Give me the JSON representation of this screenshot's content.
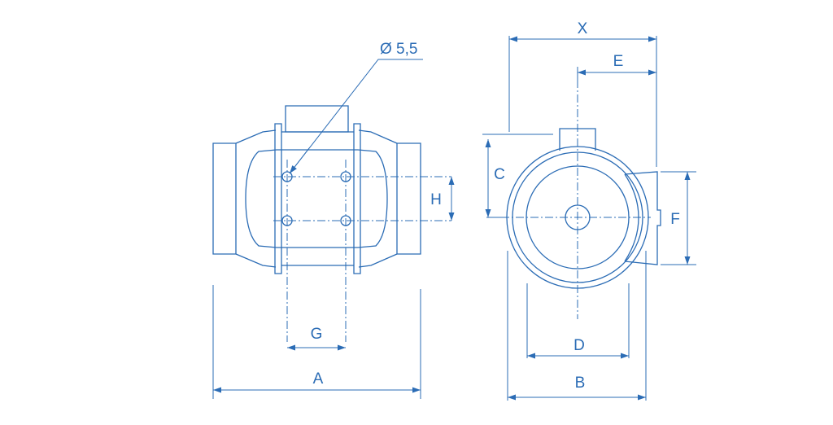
{
  "colors": {
    "line": "#2b6cb5",
    "background": "#ffffff"
  },
  "labels": {
    "hole": "Ø 5,5",
    "A": "A",
    "G": "G",
    "H": "H",
    "X": "X",
    "E": "E",
    "C": "C",
    "F": "F",
    "D": "D",
    "B": "B"
  }
}
